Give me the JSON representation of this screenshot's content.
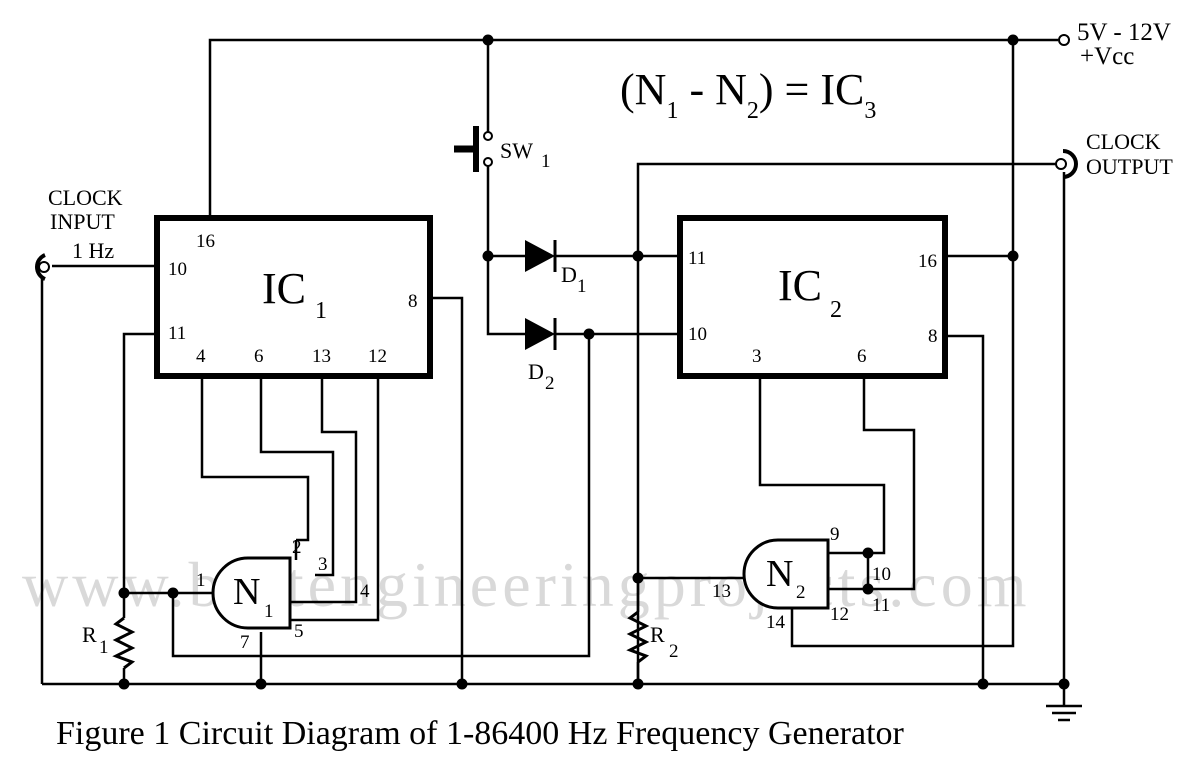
{
  "watermark": "www.bestengineeringprojects.com",
  "equation": {
    "n1": "N",
    "s1": "1",
    "op": " - N",
    "s2": "2",
    "rest": ") = IC",
    "s3": "3",
    "open": "("
  },
  "supply": {
    "voltage": "5V - 12V",
    "vcc": "+Vcc"
  },
  "clock_input": {
    "line1": "CLOCK",
    "line2": "INPUT",
    "freq": "1 Hz"
  },
  "clock_output": {
    "line1": "CLOCK",
    "line2": "OUTPUT"
  },
  "switch": {
    "name": "SW",
    "sub": "1"
  },
  "ic1": {
    "name": "IC",
    "sub": "1",
    "pins": {
      "p16": "16",
      "p10": "10",
      "p11": "11",
      "p8": "8",
      "p4": "4",
      "p6": "6",
      "p13": "13",
      "p12": "12"
    }
  },
  "ic2": {
    "name": "IC",
    "sub": "2",
    "pins": {
      "p11": "11",
      "p10": "10",
      "p16": "16",
      "p8": "8",
      "p3": "3",
      "p6": "6"
    }
  },
  "d1": {
    "name": "D",
    "sub": "1"
  },
  "d2": {
    "name": "D",
    "sub": "2"
  },
  "n1": {
    "name": "N",
    "sub": "1",
    "pins": {
      "p1": "1",
      "p2": "2",
      "p3": "3",
      "p4": "4",
      "p5": "5",
      "p7": "7"
    }
  },
  "n2": {
    "name": "N",
    "sub": "2",
    "pins": {
      "p9": "9",
      "p10": "10",
      "p11": "11",
      "p12": "12",
      "p13": "13",
      "p14": "14"
    }
  },
  "r1": {
    "name": "R",
    "sub": "1"
  },
  "r2": {
    "name": "R",
    "sub": "2"
  },
  "caption": "Figure 1 Circuit Diagram of 1-86400 Hz Frequency Generator"
}
